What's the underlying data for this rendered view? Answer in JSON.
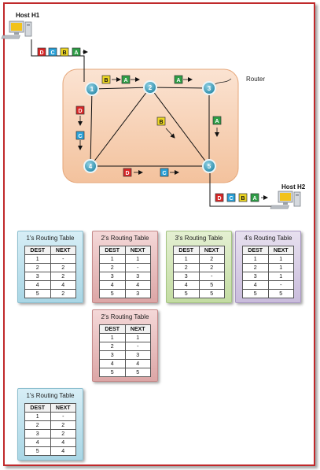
{
  "hosts": {
    "h1": "Host H1",
    "h2": "Host H2"
  },
  "router_label": "Router",
  "nodes": [
    "1",
    "2",
    "3",
    "4",
    "5"
  ],
  "packets": {
    "host1": [
      "D",
      "C",
      "B",
      "A"
    ],
    "host2": [
      "D",
      "C",
      "B",
      "A"
    ],
    "in_transit": [
      {
        "id": "pkt-b-1-2",
        "letter": "B"
      },
      {
        "id": "pkt-a-1-2",
        "letter": "A"
      },
      {
        "id": "pkt-a-2-3",
        "letter": "A"
      },
      {
        "id": "pkt-a-3-5",
        "letter": "A"
      },
      {
        "id": "pkt-b-2-5",
        "letter": "B"
      },
      {
        "id": "pkt-d-1-4",
        "letter": "D"
      },
      {
        "id": "pkt-c-1-4",
        "letter": "C"
      },
      {
        "id": "pkt-d-4-5",
        "letter": "D"
      },
      {
        "id": "pkt-c-4-5",
        "letter": "C"
      }
    ]
  },
  "packet_colors": {
    "A": "#2e9e46",
    "B": "#ecd624",
    "C": "#2aa1d8",
    "D": "#d82626"
  },
  "routing_tables": [
    {
      "id": "rt-1",
      "title": "1's Routing Table",
      "color": "blue",
      "headers": [
        "DEST",
        "NEXT"
      ],
      "rows": [
        [
          "1",
          "-"
        ],
        [
          "2",
          "2"
        ],
        [
          "3",
          "2"
        ],
        [
          "4",
          "4"
        ],
        [
          "5",
          "2"
        ]
      ]
    },
    {
      "id": "rt-2",
      "title": "2's Routing Table",
      "color": "red",
      "headers": [
        "DEST",
        "NEXT"
      ],
      "rows": [
        [
          "1",
          "1"
        ],
        [
          "2",
          "-"
        ],
        [
          "3",
          "3"
        ],
        [
          "4",
          "4"
        ],
        [
          "5",
          "3"
        ]
      ]
    },
    {
      "id": "rt-3",
      "title": "3's Routing Table",
      "color": "green",
      "headers": [
        "DEST",
        "NEXT"
      ],
      "rows": [
        [
          "1",
          "2"
        ],
        [
          "2",
          "2"
        ],
        [
          "3",
          "-"
        ],
        [
          "4",
          "5"
        ],
        [
          "5",
          "5"
        ]
      ]
    },
    {
      "id": "rt-4",
      "title": "4's Routing Table",
      "color": "purple",
      "headers": [
        "DEST",
        "NEXT"
      ],
      "rows": [
        [
          "1",
          "1"
        ],
        [
          "2",
          "1"
        ],
        [
          "3",
          "1"
        ],
        [
          "4",
          "-"
        ],
        [
          "5",
          "5"
        ]
      ]
    },
    {
      "id": "rt-2b",
      "title": "2's Routing Table",
      "color": "red",
      "headers": [
        "DEST",
        "NEXT"
      ],
      "rows": [
        [
          "1",
          "1"
        ],
        [
          "2",
          "-"
        ],
        [
          "3",
          "3"
        ],
        [
          "4",
          "4"
        ],
        [
          "5",
          "5"
        ]
      ]
    },
    {
      "id": "rt-1b",
      "title": "1's Routing Table",
      "color": "blue",
      "headers": [
        "DEST",
        "NEXT"
      ],
      "rows": [
        [
          "1",
          "-"
        ],
        [
          "2",
          "2"
        ],
        [
          "3",
          "2"
        ],
        [
          "4",
          "4"
        ],
        [
          "5",
          "4"
        ]
      ]
    }
  ]
}
